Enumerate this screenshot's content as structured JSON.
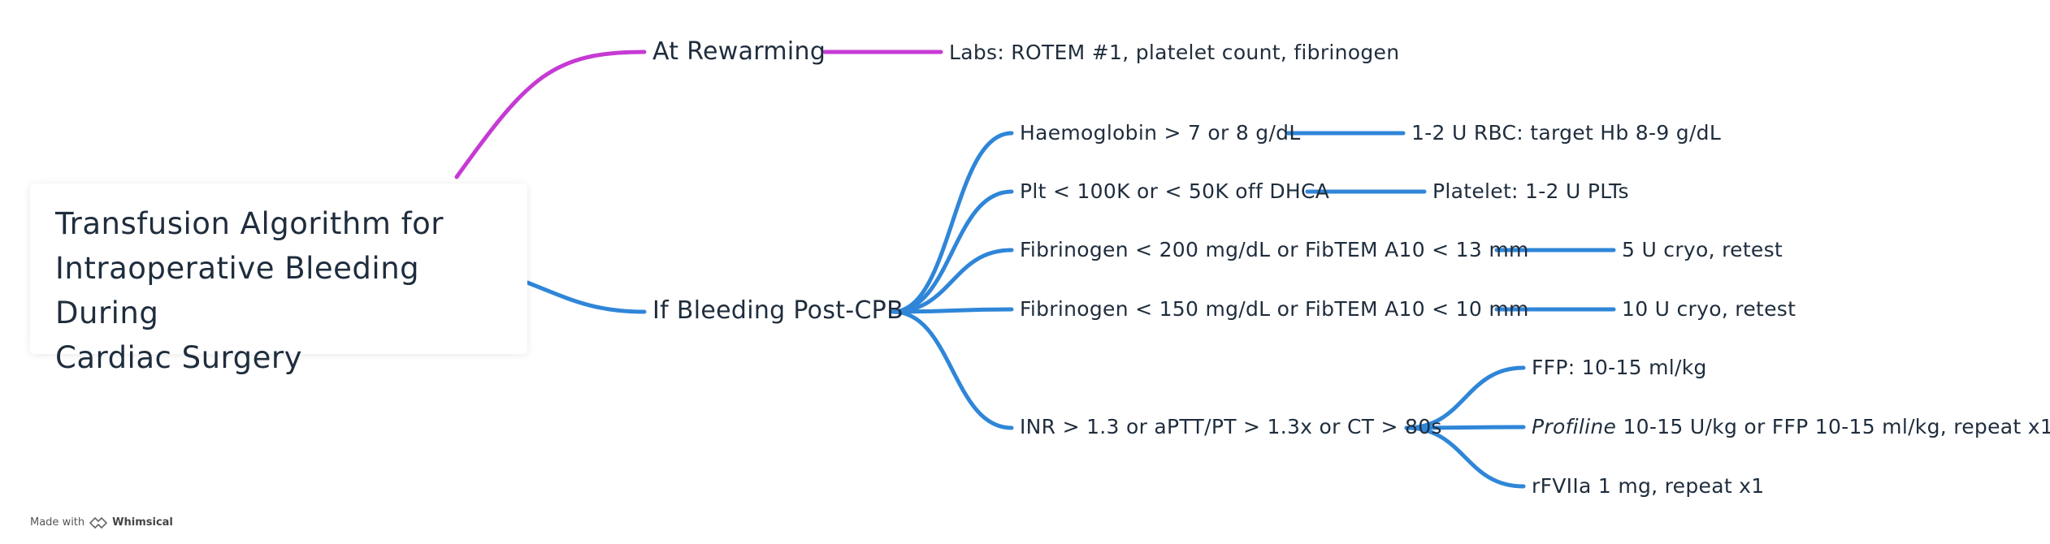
{
  "root": {
    "title_lines": [
      "Transfusion Algorithm for",
      "Intraoperative Bleeding During",
      "Cardiac Surgery"
    ]
  },
  "colors": {
    "branch_rewarming": "#c63ad4",
    "branch_bleeding": "#2f86d8",
    "text": "#1f2d3d",
    "card_background": "#ffffff"
  },
  "branches": {
    "rewarming": {
      "label": "At Rewarming",
      "child": "Labs: ROTEM #1, platelet count, fibrinogen"
    },
    "bleeding": {
      "label": "If Bleeding Post-CPB",
      "criteria": [
        {
          "label": "Haemoglobin > 7 or 8 g/dL",
          "action": "1-2 U RBC: target Hb 8-9 g/dL"
        },
        {
          "label": "Plt < 100K or < 50K off DHCA",
          "action": "Platelet: 1-2 U PLTs"
        },
        {
          "label": "Fibrinogen < 200 mg/dL or FibTEM A10 < 13 mm",
          "action": "5 U cryo, retest"
        },
        {
          "label": "Fibrinogen < 150 mg/dL or FibTEM A10 < 10 mm",
          "action": "10 U cryo, retest"
        },
        {
          "label": "INR > 1.3 or aPTT/PT > 1.3x or CT > 80s",
          "options": [
            {
              "text": "FFP: 10-15 ml/kg"
            },
            {
              "emph": "Profiline",
              "text": " 10-15 U/kg or FFP 10-15 ml/kg, repeat x1"
            },
            {
              "text": "rFVIIa 1 mg, repeat x1"
            }
          ]
        }
      ]
    }
  },
  "footer": {
    "made_with": "Made with",
    "icon": "whimsical-logo-icon",
    "brand": "Whimsical"
  }
}
